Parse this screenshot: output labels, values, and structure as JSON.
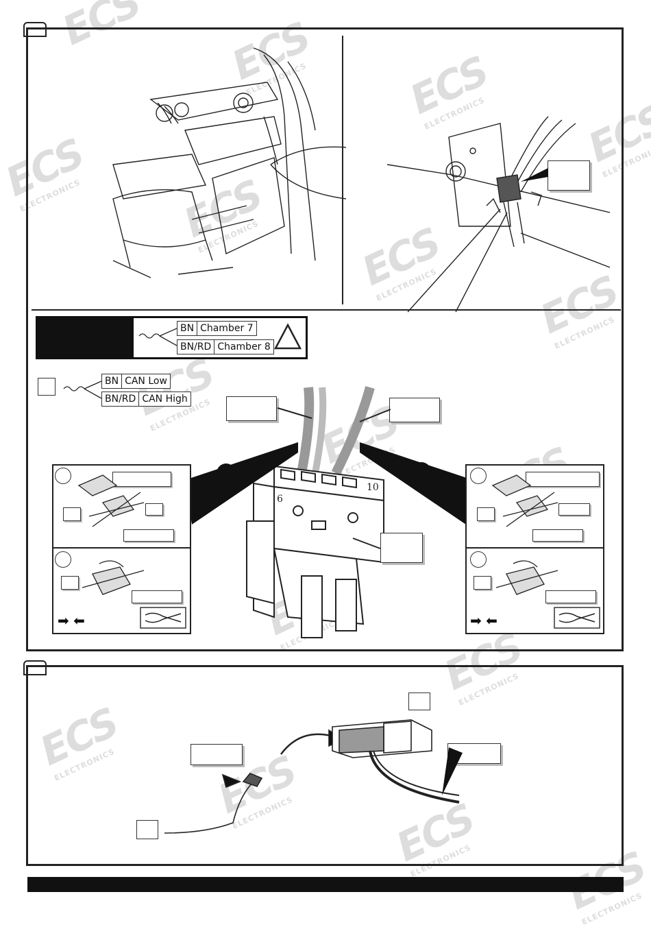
{
  "watermark": {
    "brand": "ECS",
    "subtitle": "ELECTRONICS"
  },
  "step1": {
    "wire_table_header": {
      "rows": [
        {
          "color": "BN",
          "label": "Chamber 7"
        },
        {
          "color": "BN/RD",
          "label": "Chamber 8"
        }
      ],
      "warning_symbol": "△"
    },
    "can_table": {
      "rows": [
        {
          "color": "BN",
          "label": "CAN Low"
        },
        {
          "color": "BN/RD",
          "label": "CAN High"
        }
      ]
    },
    "connector_pins": {
      "left": "6",
      "right": "10"
    },
    "instructions": {
      "push_arrows": "➡ ⬅"
    }
  },
  "colors": {
    "line": "#222222",
    "fill_dark": "#111111",
    "shadow": "#bbbbbb",
    "watermark": "#dddddd"
  }
}
